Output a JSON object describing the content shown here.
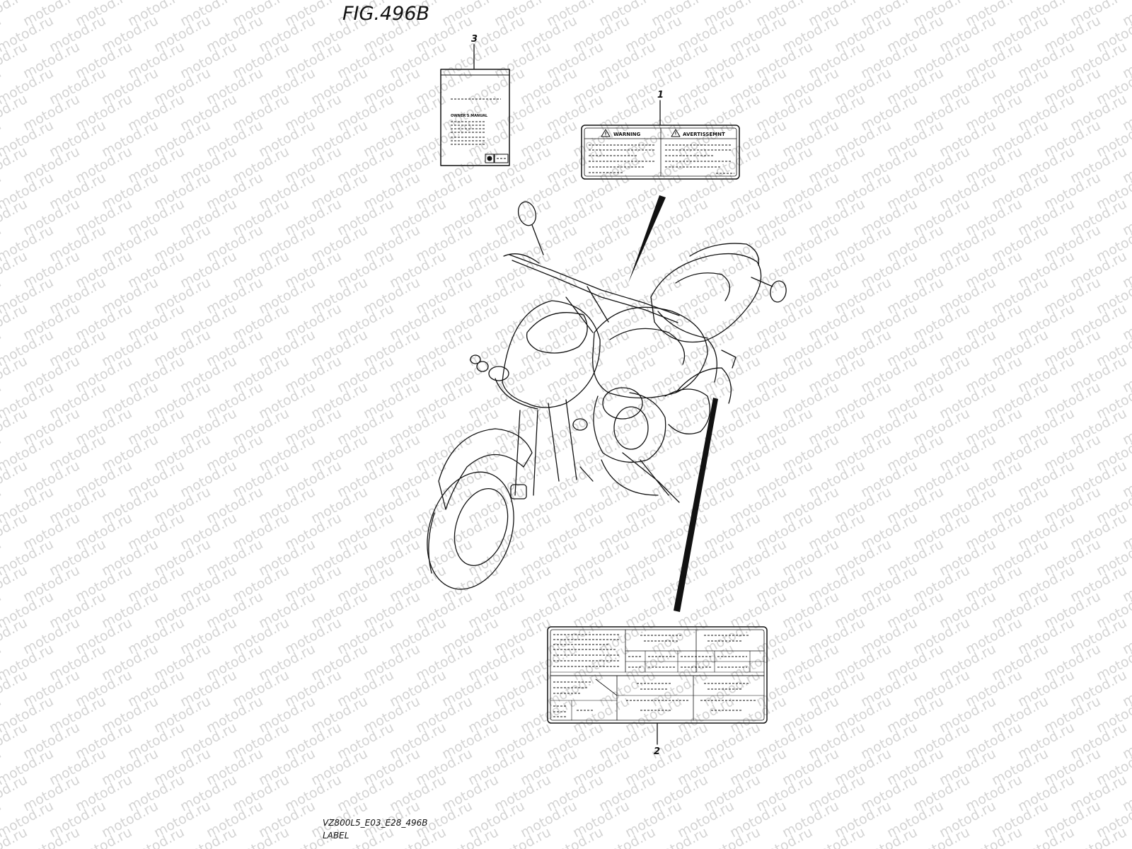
{
  "figure": {
    "title": "FIG.496B",
    "code": "VZ800L5_E03_E28_496B",
    "caption": "LABEL"
  },
  "watermark": {
    "text": "motod.ru"
  },
  "callouts": [
    {
      "number": "1",
      "part": "warning-label"
    },
    {
      "number": "2",
      "part": "information-label"
    },
    {
      "number": "3",
      "part": "owners-manual"
    }
  ],
  "warning_label": {
    "left_heading": "WARNING",
    "right_heading": "AVERTISSEMNT"
  },
  "owners_manual": {
    "cover_title": "OWNER'S MANUAL"
  },
  "colors": {
    "ink": "#111111",
    "watermark": "#d4d4d4",
    "background": "#ffffff"
  }
}
